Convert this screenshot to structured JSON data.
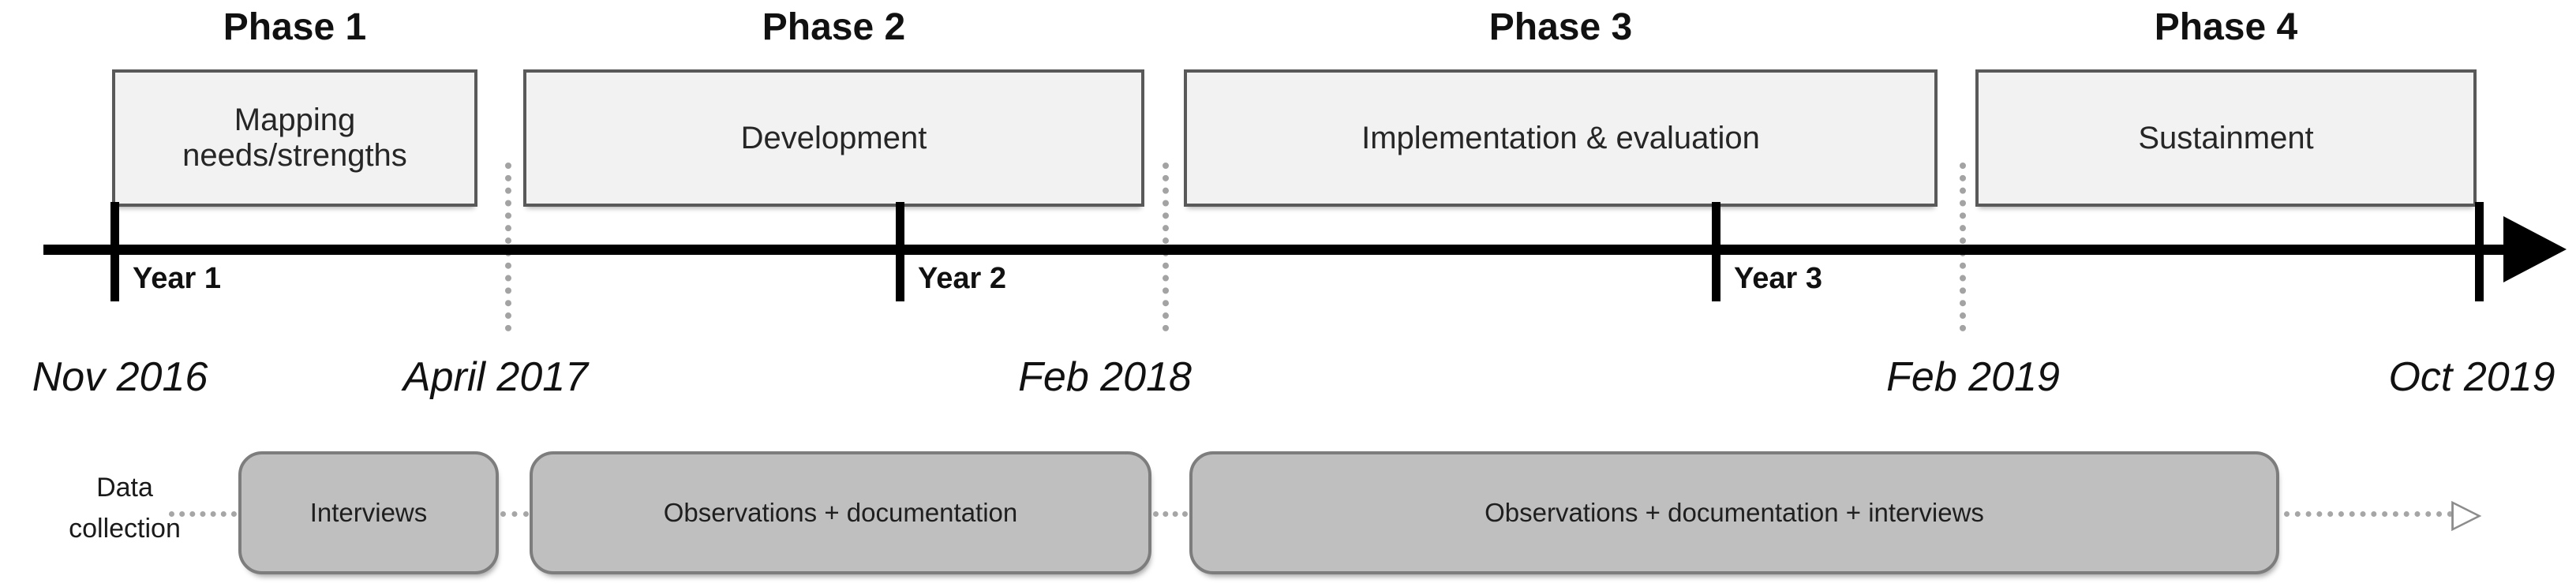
{
  "phases": [
    {
      "title": "Phase 1",
      "label": "Mapping\nneeds/strengths"
    },
    {
      "title": "Phase 2",
      "label": "Development"
    },
    {
      "title": "Phase 3",
      "label": "Implementation & evaluation"
    },
    {
      "title": "Phase 4",
      "label": "Sustainment"
    }
  ],
  "timeline": {
    "year_markers": [
      {
        "label": "Year 1"
      },
      {
        "label": "Year 2"
      },
      {
        "label": "Year 3"
      }
    ],
    "dates": [
      {
        "label": "Nov 2016"
      },
      {
        "label": "April 2017"
      },
      {
        "label": "Feb 2018"
      },
      {
        "label": "Feb 2019"
      },
      {
        "label": "Oct 2019"
      }
    ]
  },
  "data_collection": {
    "row_label": "Data\ncollection",
    "boxes": [
      {
        "label": "Interviews"
      },
      {
        "label": "Observations + documentation"
      },
      {
        "label": "Observations + documentation + interviews"
      }
    ]
  },
  "colors": {
    "phase_box_fill": "#f2f2f2",
    "phase_box_border": "#595959",
    "collection_box_fill": "#bfbfbf",
    "collection_box_border": "#7d7d7d",
    "dotted_line": "#a6a6a6",
    "timeline_axis": "#000000",
    "text": "#111111"
  }
}
